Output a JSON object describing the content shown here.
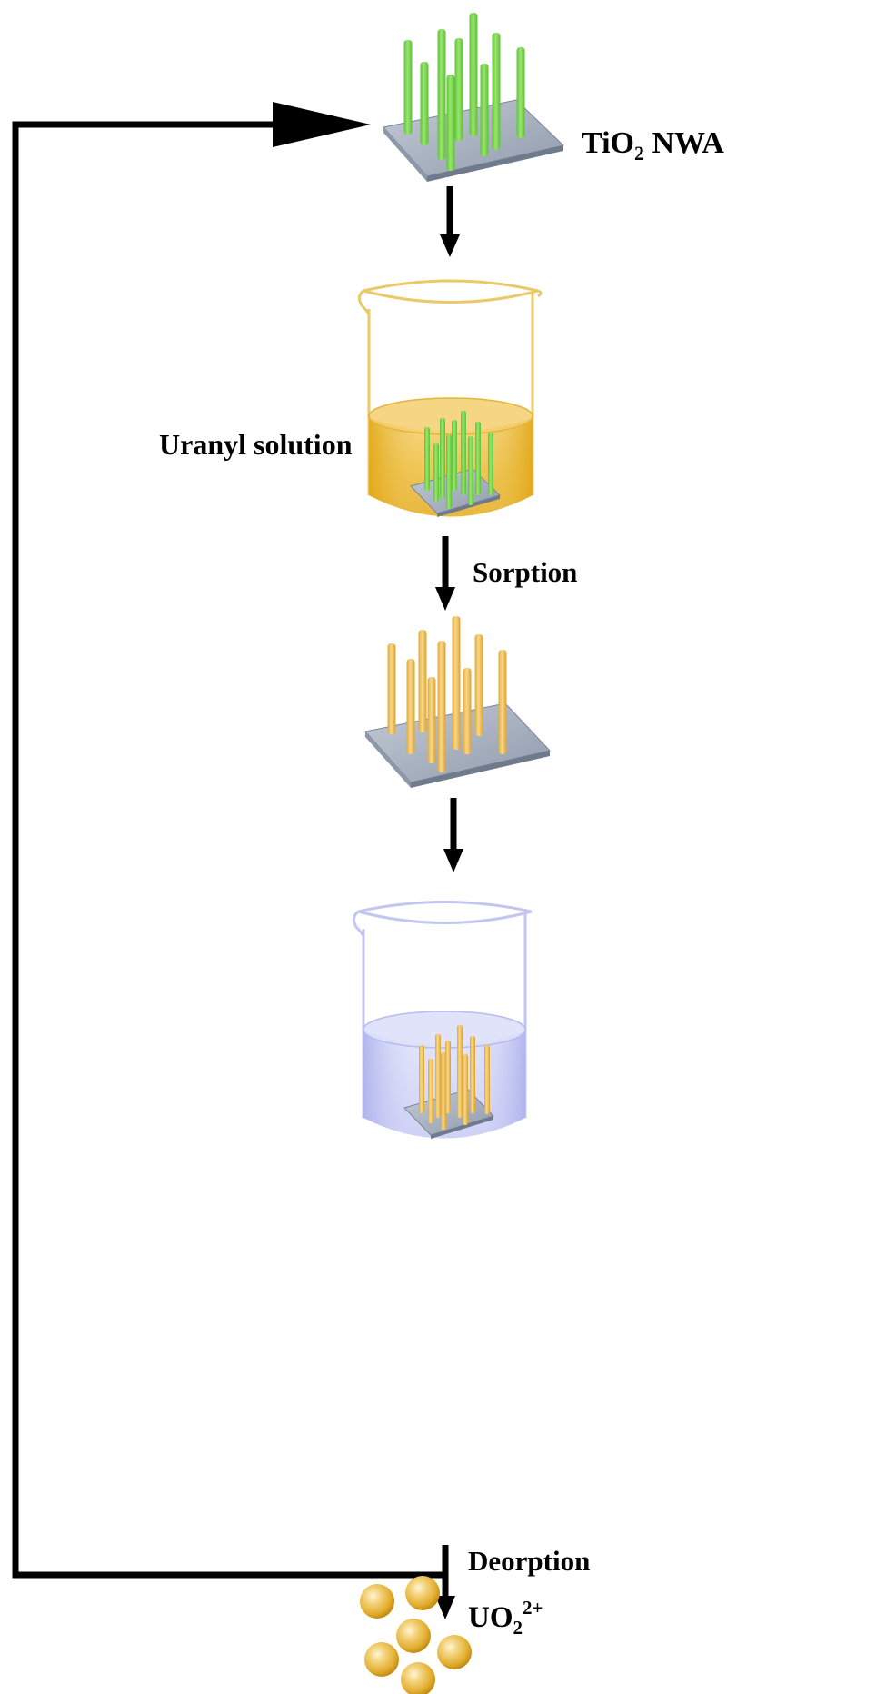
{
  "labels": {
    "tio2_main": "TiO",
    "tio2_sub": "2",
    "tio2_rest": " NWA",
    "uranyl_solution": "Uranyl solution",
    "sorption": "Sorption",
    "desorption": "Deorption",
    "uo2_main": "UO",
    "uo2_sub": "2",
    "uo2_sup": "2+"
  },
  "colors": {
    "green_rod": "#7ed957",
    "gold_rod": "#f1c25a",
    "substrate": "#a6b1c2",
    "uranyl_liquid": "#eab431",
    "beaker_gold_outline": "#e9c96b",
    "clear_liquid": "#c9ccf3",
    "beaker_lilac_outline": "#c3c6ee",
    "sphere": "#e7b938",
    "arrow": "#000000"
  }
}
